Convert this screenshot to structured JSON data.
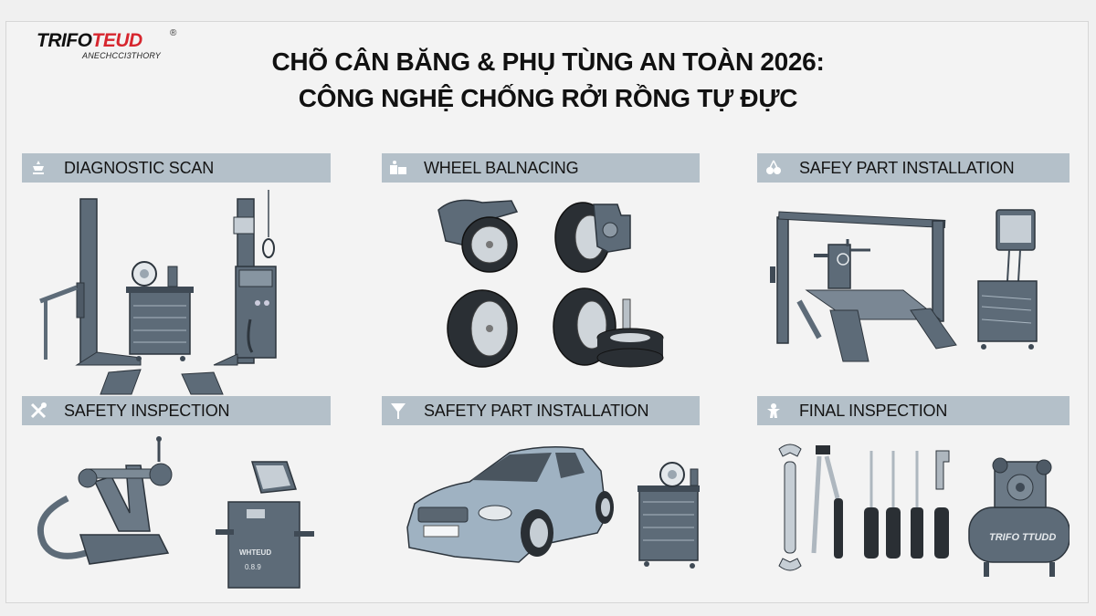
{
  "brand": {
    "name_part1": "TRIFO",
    "name_part2": "TEUD",
    "registered": "®",
    "tagline": "ANECHCCI3THORY",
    "accent_color": "#d7262e"
  },
  "header": {
    "title_line1": "CHÕ CÂN BĂNG & PHỤ TÙNG AN TOÀN 2026:",
    "title_line2": "CÔNG NGHỆ CHỐNG RỞI RỒNG TỰ ĐỰC"
  },
  "sections": [
    {
      "label": "DIAGNOSTIC SCAN",
      "icon": "diagnostic-icon",
      "illustration": "two-post lift, tool cart with wheel, diagnostic console"
    },
    {
      "label": "WHEEL BALNACING",
      "icon": "balancer-icon",
      "illustration": "wheel balancer and four tires"
    },
    {
      "label": "SAFEY PART INSTALLATION",
      "icon": "part-install-icon",
      "illustration": "four-post alignment lift with monitor cart"
    },
    {
      "label": "SAFETY INSPECTION",
      "icon": "wrench-screwdriver-icon",
      "illustration": "tire changer clamp and wheel alignment console"
    },
    {
      "label": "SAFETY PART INSTALLATION",
      "icon": "funnel-icon",
      "illustration": "hatchback car and tool cart"
    },
    {
      "label": "FINAL INSPECTION",
      "icon": "person-icon",
      "illustration": "hand tools and air compressor"
    }
  ],
  "equipment_labels": {
    "console_brand": "WHTEUD",
    "console_readout": "0.8.9",
    "compressor_brand": "TRIFO TTUDD"
  },
  "colors": {
    "header_bar": "#b4c0c9",
    "equipment": "#5d6b78",
    "equipment_dark": "#3f4a55",
    "car_body": "#9fb2c2"
  }
}
